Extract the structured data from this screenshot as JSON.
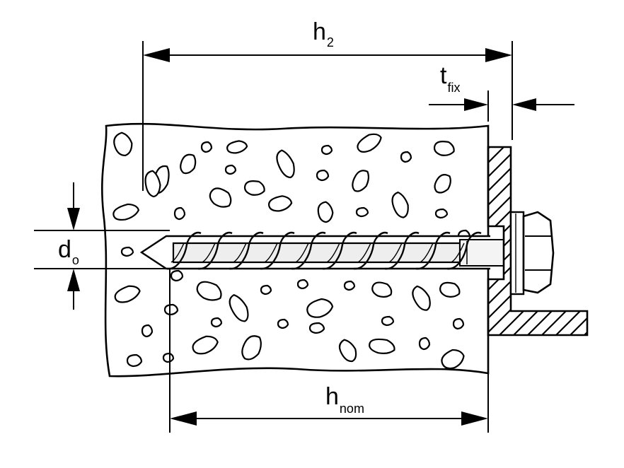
{
  "colors": {
    "ink": "#000000",
    "paper": "#ffffff",
    "steel": "#e6e6e6"
  },
  "labels": {
    "h2": {
      "main": "h",
      "sub": "2"
    },
    "tfix": {
      "main": "t",
      "sub": "fix"
    },
    "d0": {
      "main": "d",
      "sub": "o"
    },
    "hnom": {
      "main": "h",
      "sub": "nom"
    }
  }
}
